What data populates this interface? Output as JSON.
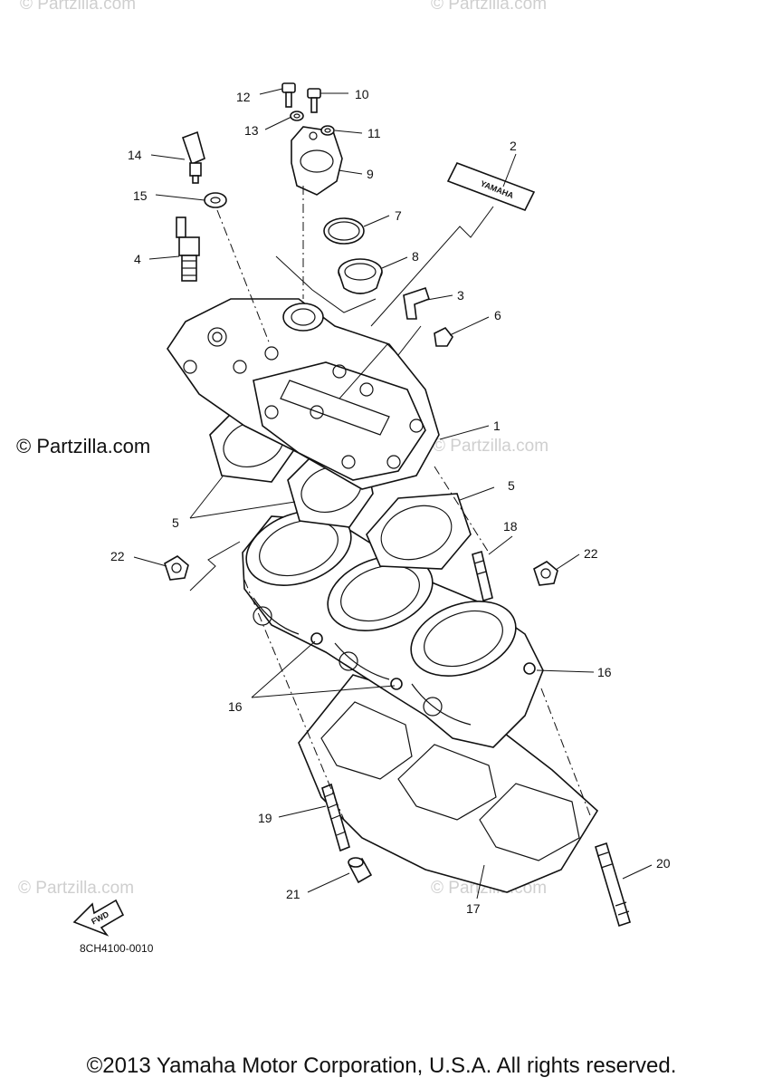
{
  "watermarks": {
    "top_left": "© Partzilla.com",
    "top_right": "© Partzilla.com",
    "main": "© Partzilla.com",
    "middle_right": "© Partzilla.com",
    "bottom_left": "© Partzilla.com",
    "bottom_right": "© Partzilla.com"
  },
  "callouts": {
    "c1": "1",
    "c2": "2",
    "c3": "3",
    "c4": "4",
    "c5a": "5",
    "c5b": "5",
    "c6": "6",
    "c7": "7",
    "c8": "8",
    "c9": "9",
    "c10": "10",
    "c11": "11",
    "c12": "12",
    "c13": "13",
    "c14": "14",
    "c15": "15",
    "c16a": "16",
    "c16b": "16",
    "c17": "17",
    "c18": "18",
    "c19": "19",
    "c20": "20",
    "c21": "21",
    "c22a": "22",
    "c22b": "22"
  },
  "decal_text": "YAMAHA",
  "fwd_label": "FWD",
  "diagram_code": "8CH4100-0010",
  "copyright": "©2013 Yamaha Motor Corporation, U.S.A. All rights reserved."
}
